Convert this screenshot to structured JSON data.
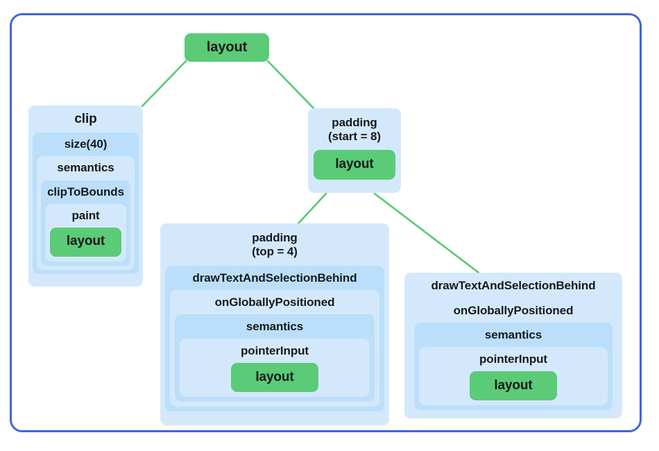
{
  "diagram": {
    "frame": {
      "border_color": "#4065E0",
      "background": "#ffffff"
    },
    "colors": {
      "node_light": "#D3E9FB",
      "node_dark": "#BBDFFA",
      "leaf_green": "#5BCB77",
      "edge_green": "#57C96F",
      "text": "#17191c",
      "leaf_text": "#ffffff"
    },
    "root": {
      "label": "layout"
    },
    "clip_branch": {
      "label": "clip",
      "size": "size(40)",
      "semantics": "semantics",
      "clip_to_bounds": "clipToBounds",
      "paint": "paint",
      "leaf": "layout"
    },
    "padding_branch": {
      "line1": "padding",
      "line2": "(start = 8)",
      "leaf": "layout"
    },
    "middle_branch": {
      "line1": "padding",
      "line2": "(top = 4)",
      "draw_text": "drawTextAndSelectionBehind",
      "on_globally_positioned": "onGloballyPositioned",
      "semantics": "semantics",
      "pointer_input": "pointerInput",
      "leaf": "layout"
    },
    "right_branch": {
      "draw_text": "drawTextAndSelectionBehind",
      "on_globally_positioned": "onGloballyPositioned",
      "semantics": "semantics",
      "pointer_input": "pointerInput",
      "leaf": "layout"
    },
    "edges": [
      {
        "from": "root",
        "to": "clip"
      },
      {
        "from": "root",
        "to": "padding-start"
      },
      {
        "from": "padding-start",
        "to": "padding-top"
      },
      {
        "from": "padding-start",
        "to": "draw-text-right"
      }
    ]
  }
}
